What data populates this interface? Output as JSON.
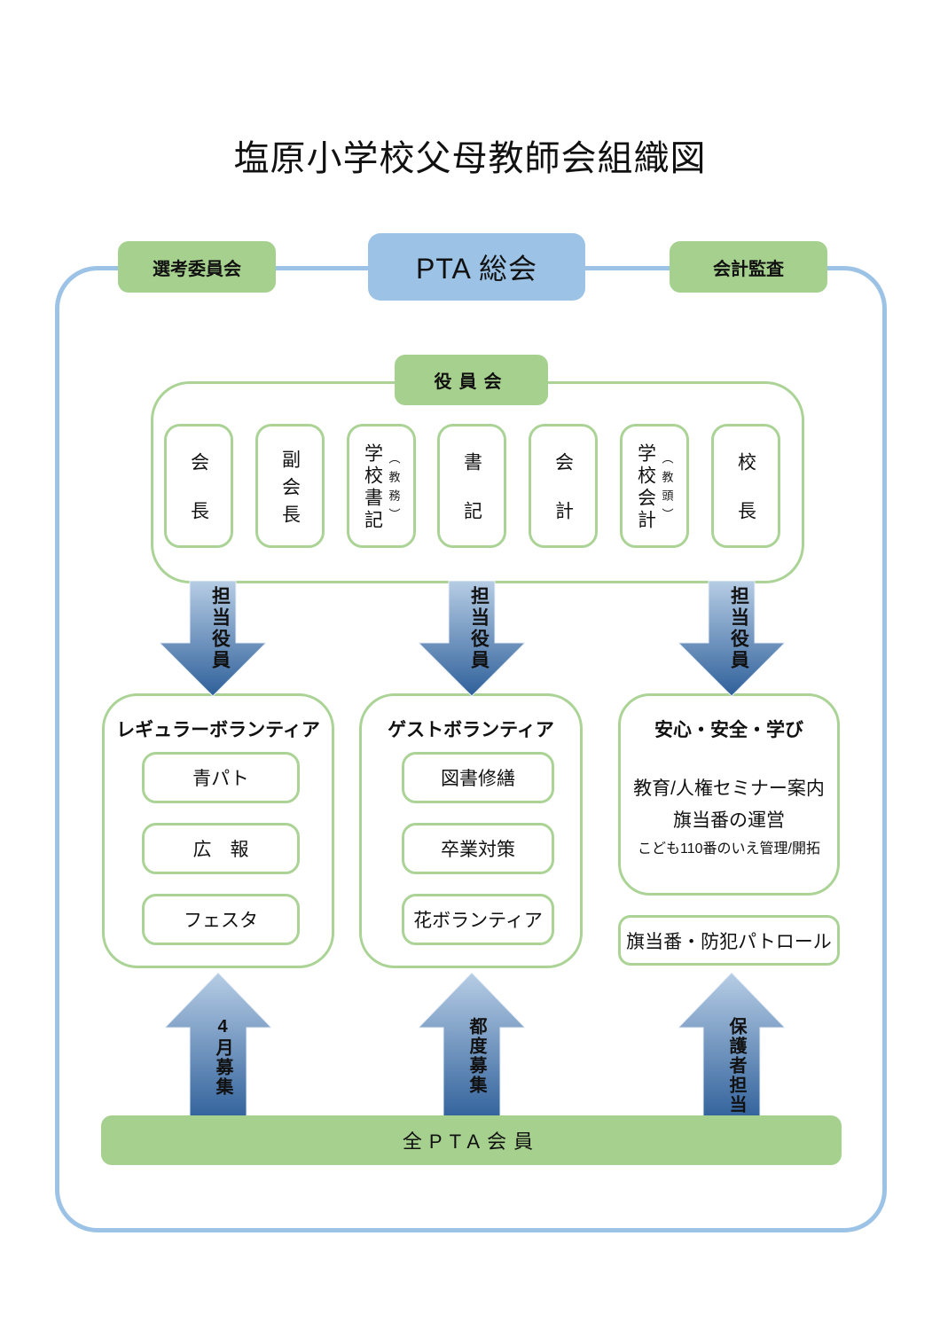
{
  "title": "塩原小学校父母教師会組織図",
  "top_row": {
    "selection_committee": "選考委員会",
    "pta_assembly": "PTA 総会",
    "audit": "会計監査"
  },
  "board": {
    "label": "役員会",
    "officers": [
      {
        "label": "会長",
        "note": ""
      },
      {
        "label": "副会長",
        "note": ""
      },
      {
        "label": "学校書記",
        "note": "（教務）"
      },
      {
        "label": "書記",
        "note": ""
      },
      {
        "label": "会計",
        "note": ""
      },
      {
        "label": "学校会計",
        "note": "（教頭）"
      },
      {
        "label": "校長",
        "note": ""
      }
    ]
  },
  "arrows": {
    "down_label": "担当役員",
    "up_labels": [
      "4月募集",
      "都度募集",
      "保護者担当"
    ]
  },
  "groups": [
    {
      "title": "レギュラーボランティア",
      "items": [
        "青パト",
        "広　報",
        "フェスタ"
      ]
    },
    {
      "title": "ゲストボランティア",
      "items": [
        "図書修繕",
        "卒業対策",
        "花ボランティア"
      ]
    },
    {
      "title": "安心・安全・学び",
      "lines": [
        "教育/人権セミナー案内",
        "旗当番の運営",
        "こども110番のいえ管理/開拓"
      ]
    }
  ],
  "patrol_box": "旗当番・防犯パトロール",
  "footer": "全PTA会員",
  "colors": {
    "green": "#a6d08e",
    "green-border": "#aad395",
    "blue": "#9cc3e6",
    "frame-blue": "#9cc3e6",
    "arrow-top": "#b7cde5",
    "arrow-bottom": "#2f609a"
  }
}
